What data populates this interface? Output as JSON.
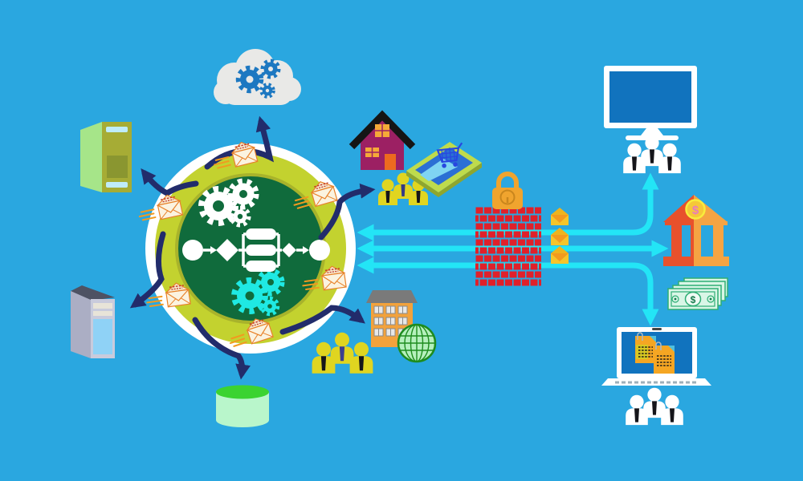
{
  "scene": {
    "description": "Flat illustration: central process hub with gears and workflow exchanging envelope messages with cloud, servers, database, homes and offices; three cyan channels pass through a brick firewall to a desktop monitor with users, a bank with cash, and a laptop with documents and users",
    "background_color": "#2AA7E0"
  },
  "colors": {
    "bg": "#2AA7E0",
    "navy": "#222C6B",
    "cyan": "#23E5F6",
    "ring_white": "#FFFFFF",
    "ring_yellow": "#C3D22F",
    "ring_olive": "#A8B32B",
    "core_green": "#106B3C",
    "gear_cyan": "#1FE9E3",
    "cloud": "#E9E9E7",
    "cloud_gear": "#1D78C1",
    "brick": "#E0202A",
    "lock": "#F0A42E",
    "lock_detail": "#C9861D",
    "person_yellow": "#E0D520",
    "person_white": "#FFFFFF",
    "tie_dark": "#15151a",
    "tie_purple": "#3B3E8F",
    "screen_blue": "#1173BE",
    "bank_dark": "#E8512C",
    "bank_light": "#F5A443",
    "coin_gold": "#F5C838",
    "coin_ring": "#F8EC3C",
    "coin_pink": "#E87BBE",
    "bill_green": "#D9F6E6",
    "bill_line": "#2FAE74",
    "bill_dark": "#157A4B",
    "house_purple": "#9C2063",
    "roof_black": "#151515",
    "window_orange": "#F5A938",
    "door_orange": "#ED6A1F",
    "server_side": "#A6E589",
    "server_front": "#A6AC35",
    "server_slot": "#BFECFB",
    "server_vent": "#8A9630",
    "tower_front": "#C9CBDC",
    "tower_side": "#ABAEC4",
    "tower_top": "#4E5263",
    "tower_slot": "#E8E4D8",
    "tower_panel": "#8FD2F6",
    "db_body": "#B9F6CB",
    "db_top": "#3BD331",
    "tablet_green": "#BFDB4C",
    "tablet_side": "#8FA62E",
    "tablet_screen": "#2B6FD4",
    "tablet_beam": "#7FD4F2",
    "cart_blue": "#2847E0",
    "bldg_orange": "#F2A23C",
    "bldg_roof": "#7A7A7A",
    "globe_green": "#B5F0BC",
    "globe_line": "#1E8C1E",
    "env_cream": "#FBF3E0",
    "env_orange": "#E8822A",
    "env_yellow": "#F5C52B",
    "env_flap": "#F29A1F",
    "speed_orange": "#F29A1F",
    "scribble_red": "#C23B2E",
    "doc_orange": "#F5A623",
    "doc_yellow": "#D8C922",
    "doc_corner": "#4FC0DE"
  },
  "text": {
    "coin_dollar": "$",
    "bill_dollar": "$"
  },
  "hub": {
    "name": "process-hub",
    "core_icons": [
      "white-gears",
      "cyan-gears",
      "workflow-diagram"
    ],
    "workflow_shapes": [
      "start-circle",
      "gateway-diamond",
      "task-pill",
      "task-pill",
      "task-pill",
      "gateway-diamond",
      "end-circle"
    ],
    "ring_envelope_count": 6,
    "outbound_arrow_targets": [
      "cloud",
      "server-tower",
      "workstation-tower",
      "database",
      "office-building",
      "house-users"
    ]
  },
  "peripheral_nodes": [
    {
      "name": "cloud-computing",
      "icon": "cloud-with-gears",
      "position": "top"
    },
    {
      "name": "server-tower",
      "icon": "green-server-tower",
      "position": "top-left"
    },
    {
      "name": "workstation-tower",
      "icon": "gray-computer-tower",
      "position": "bottom-left"
    },
    {
      "name": "database",
      "icon": "green-cylinder",
      "position": "bottom"
    },
    {
      "name": "home",
      "icon": "purple-house",
      "position": "top-right"
    },
    {
      "name": "home-users",
      "icon": "three-yellow-people",
      "count": 3
    },
    {
      "name": "online-shopping",
      "icon": "tablet-with-shopping-cart"
    },
    {
      "name": "office-building",
      "icon": "orange-building",
      "position": "bottom-right"
    },
    {
      "name": "world",
      "icon": "wireframe-globe"
    },
    {
      "name": "office-users",
      "icon": "three-yellow-people",
      "count": 3
    }
  ],
  "security": {
    "name": "firewall",
    "icon": "red-brick-wall",
    "lock_icon": "padlock",
    "blocked_message_count": 3
  },
  "channels": [
    {
      "name": "monitor-channel",
      "endpoints": [
        "hub",
        "desktop-monitor-users"
      ],
      "arrowheads": "both"
    },
    {
      "name": "bank-channel",
      "endpoints": [
        "hub",
        "bank"
      ],
      "arrowheads": "both"
    },
    {
      "name": "laptop-channel",
      "endpoints": [
        "hub",
        "laptop-users"
      ],
      "arrowheads": "both"
    }
  ],
  "right_nodes": [
    {
      "name": "desktop-monitor",
      "icon": "blue-screen-monitor",
      "users": 3
    },
    {
      "name": "bank",
      "icon": "bank-building-with-coin"
    },
    {
      "name": "cash",
      "icon": "banknote-stack",
      "bills": 4
    },
    {
      "name": "laptop",
      "icon": "laptop-with-documents",
      "documents": 2,
      "users": 3
    }
  ]
}
